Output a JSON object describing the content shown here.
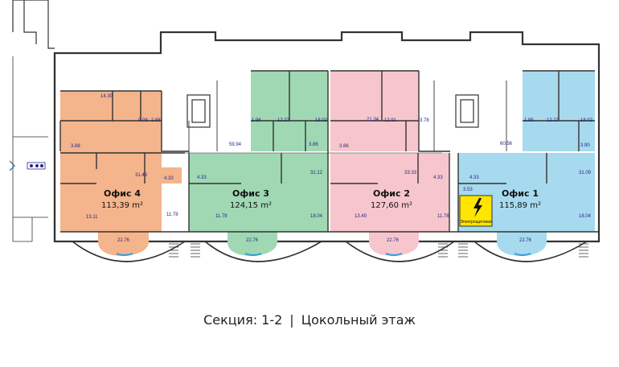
{
  "caption": {
    "section": "Секция: 1-2",
    "separator": "|",
    "floor": "Цокольный этаж"
  },
  "colors": {
    "office4": "#f4b48c",
    "office3": "#9fd8b3",
    "office2": "#f7c6cc",
    "office1": "#a7daee",
    "electrical": "#ffe500",
    "walls": "#333333"
  },
  "offices": [
    {
      "name": "Офис 4",
      "area": "113,39 m²",
      "color_key": "office4"
    },
    {
      "name": "Офис 3",
      "area": "124,15 m²",
      "color_key": "office3"
    },
    {
      "name": "Офис 2",
      "area": "127,60 m²",
      "color_key": "office2"
    },
    {
      "name": "Офис 1",
      "area": "115,89 m²",
      "color_key": "office1"
    }
  ],
  "electrical_room": {
    "label": "Электрощитовая",
    "icon": "high-voltage-icon"
  },
  "room_areas": [
    "14.30",
    "9.08",
    "2.88",
    "3.88",
    "31.49",
    "4.33",
    "13.11",
    "11.78",
    "22.76",
    "1.96",
    "12.27",
    "18.02",
    "59.94",
    "3.86",
    "4.33",
    "31.12",
    "11.78",
    "18.04",
    "22.76",
    "21.34",
    "12.91",
    "3.78",
    "3.86",
    "33.33",
    "4.33",
    "13.49",
    "11.78",
    "22.76",
    "1.95",
    "12.27",
    "18.02",
    "60.56",
    "3.90",
    "4.33",
    "3.53",
    "31.09",
    "18.04",
    "22.76"
  ]
}
